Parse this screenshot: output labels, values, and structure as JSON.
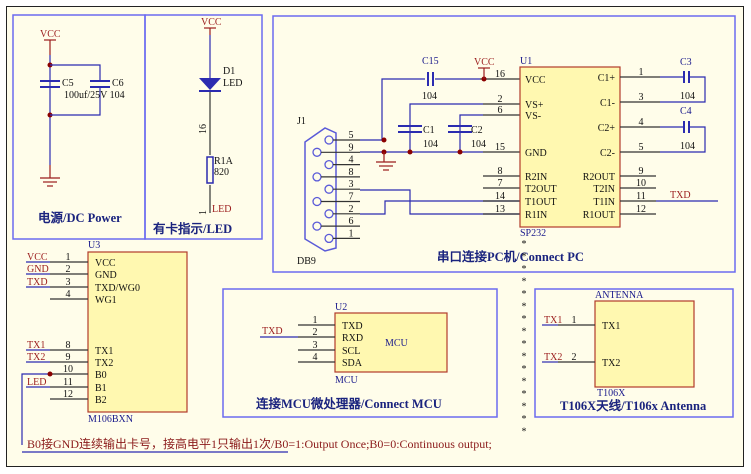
{
  "power_section": {
    "title": "电源/DC Power",
    "vcc": "VCC",
    "c5_ref": "C5",
    "c6_ref": "C6",
    "c5_c6_value": "100uf/25V 104"
  },
  "led_section": {
    "title": "有卡指示/LED",
    "vcc": "VCC",
    "d1_ref": "D1",
    "d1_value": "LED",
    "pin_16": "16",
    "r_ref": "R1A",
    "r_value": "820",
    "pin_1": "1",
    "net_led": "LED"
  },
  "pc_section": {
    "title": "串口连接PC机/Connect PC",
    "j1_ref": "J1",
    "j1_type": "DB9",
    "db9_pins": [
      "5",
      "9",
      "4",
      "8",
      "3",
      "7",
      "2",
      "6",
      "1"
    ],
    "c15_ref": "C15",
    "c15_value": "104",
    "c1_ref": "C1",
    "c1_value": "104",
    "c2_ref": "C2",
    "c2_value": "104",
    "c3_ref": "C3",
    "c3_value": "104",
    "c4_ref": "C4",
    "c4_value": "104",
    "vcc": "VCC",
    "u1_ref": "U1",
    "u1_part": "SP232",
    "u1_left_pins": [
      {
        "num": "16",
        "name": "VCC"
      },
      {
        "num": "2",
        "name": "VS+"
      },
      {
        "num": "6",
        "name": "VS-"
      },
      {
        "num": "15",
        "name": "GND"
      },
      {
        "num": "8",
        "name": "R2IN"
      },
      {
        "num": "7",
        "name": "T2OUT"
      },
      {
        "num": "14",
        "name": "T1OUT"
      },
      {
        "num": "13",
        "name": "R1IN"
      }
    ],
    "u1_right_pins": [
      {
        "num": "1",
        "name": "C1+"
      },
      {
        "num": "3",
        "name": "C1-"
      },
      {
        "num": "4",
        "name": "C2+"
      },
      {
        "num": "5",
        "name": "C2-"
      },
      {
        "num": "9",
        "name": "R2OUT"
      },
      {
        "num": "10",
        "name": "T2IN"
      },
      {
        "num": "11",
        "name": "T1IN"
      },
      {
        "num": "12",
        "name": "R1OUT"
      }
    ],
    "net_txd": "TXD"
  },
  "module_section": {
    "u3_ref": "U3",
    "u3_part": "M106BXN",
    "pins": [
      {
        "num": "1",
        "name": "VCC",
        "net": "VCC"
      },
      {
        "num": "2",
        "name": "GND",
        "net": "GND"
      },
      {
        "num": "3",
        "name": "TXD/WG0",
        "net": "TXD"
      },
      {
        "num": "4",
        "name": "WG1",
        "net": ""
      },
      {
        "num": "8",
        "name": "TX1",
        "net": "TX1"
      },
      {
        "num": "9",
        "name": "TX2",
        "net": "TX2"
      },
      {
        "num": "10",
        "name": "B0",
        "net": ""
      },
      {
        "num": "11",
        "name": "B1",
        "net": "LED"
      },
      {
        "num": "12",
        "name": "B2",
        "net": ""
      }
    ]
  },
  "mcu_section": {
    "title": "连接MCU微处理器/Connect MCU",
    "u2_ref": "U2",
    "u2_part": "MCU",
    "u2_label": "MCU",
    "net_txd": "TXD",
    "pins": [
      {
        "num": "1",
        "name": "TXD"
      },
      {
        "num": "2",
        "name": "RXD"
      },
      {
        "num": "3",
        "name": "SCL"
      },
      {
        "num": "4",
        "name": "SDA"
      }
    ]
  },
  "antenna_section": {
    "title": "T106X天线/T106x Antenna",
    "ref": "ANTENNA",
    "part": "T106X",
    "pins": [
      {
        "num": "1",
        "name": "TX1",
        "net": "TX1"
      },
      {
        "num": "2",
        "name": "TX2",
        "net": "TX2"
      }
    ]
  },
  "footer_note": "B0接GND连续输出卡号，接高电平1只输出1次/B0=1:Output Once;B0=0:Continuous output;"
}
